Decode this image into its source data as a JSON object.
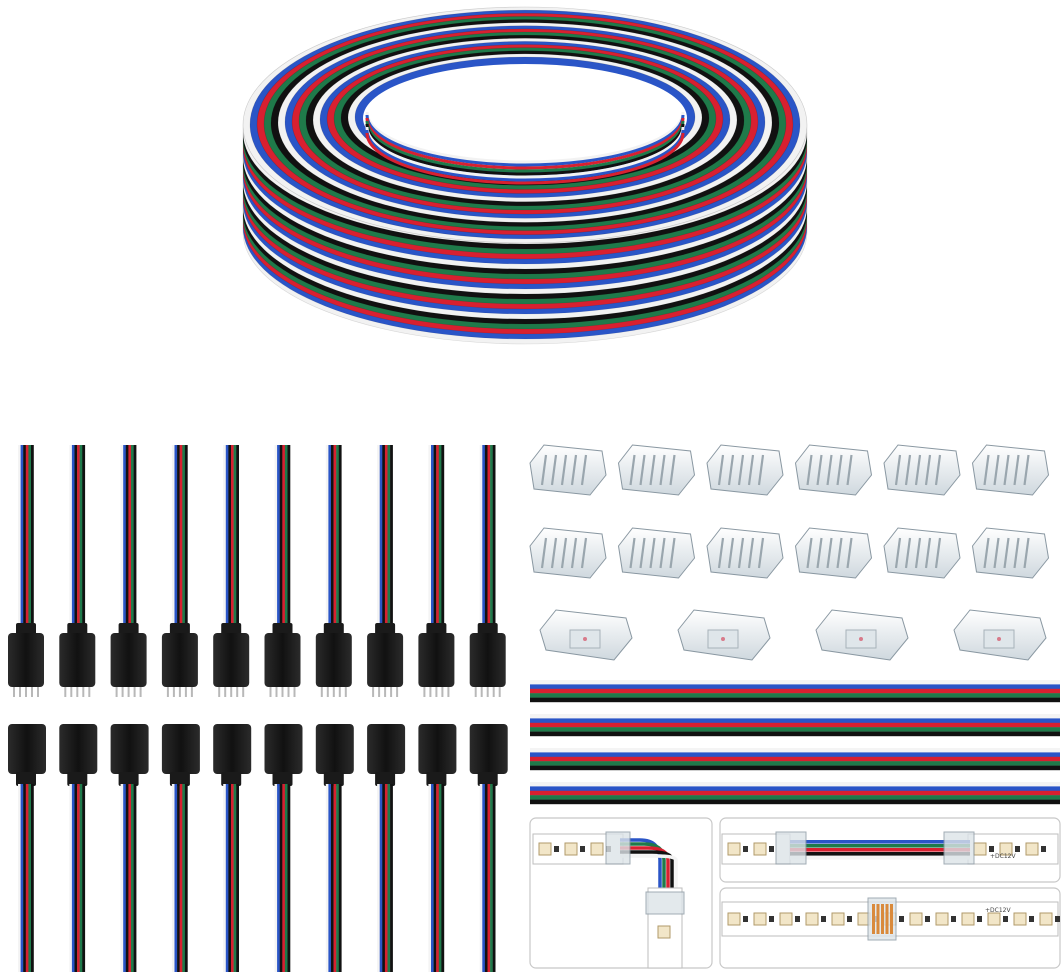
{
  "product": {
    "wire_colors": [
      "#f4f4f4",
      "#2a55c7",
      "#111111",
      "#1f7a4a",
      "#d82030"
    ],
    "spool_colors": [
      "#f2f2f2",
      "#2a55c7",
      "#d82030",
      "#1f7a4a",
      "#111111"
    ],
    "connector_color": "#1a1a1a",
    "clip_color": "#e8eef2",
    "strip_color": "#ffffff",
    "led_chip_color": "#f2e6c8",
    "solder_pad_color": "#d98a3c",
    "male_connector_count": 10,
    "female_connector_count": 10,
    "clip_rows": [
      6,
      6,
      4
    ],
    "extension_cable_count": 4,
    "strip_labels": [
      "+DC12V",
      "+DC12V"
    ]
  }
}
